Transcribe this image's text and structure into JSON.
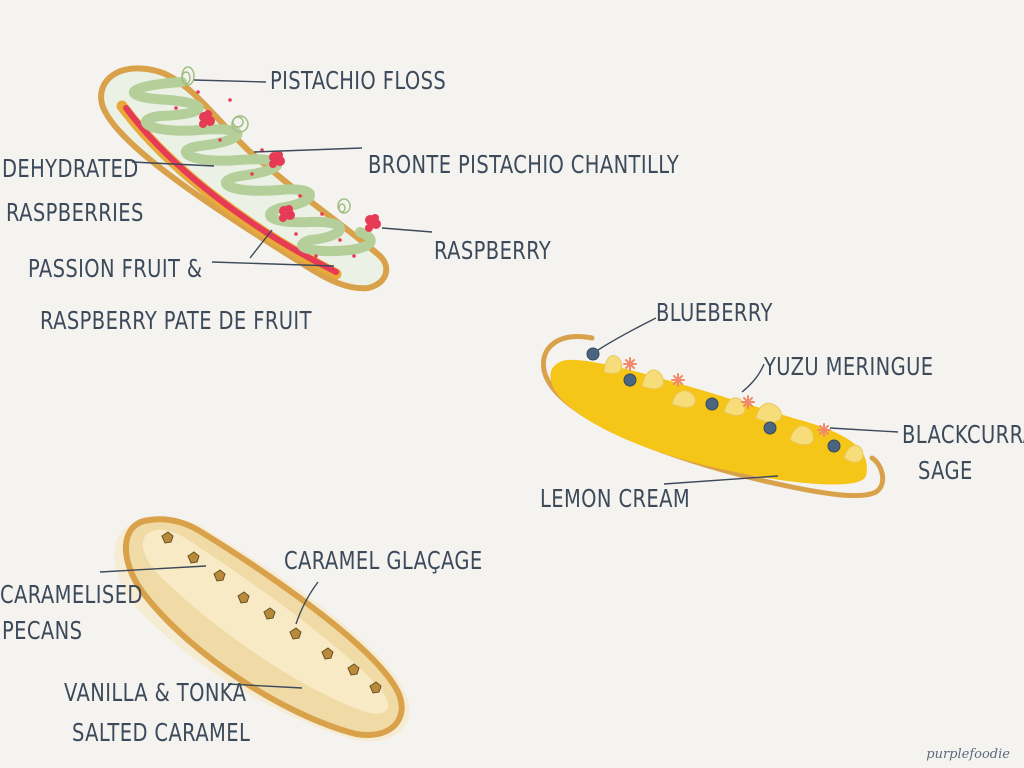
{
  "colors": {
    "ink": "#3c4a5a",
    "pastry": "#d9a24a",
    "pistachio": "#b5cf9a",
    "raspberry": "#e63a55",
    "lemon": "#f5c518",
    "blueberry": "#4a6580",
    "meringue": "#f7dd7a",
    "blackcurrant_sage": "#f08a6a",
    "caramel": "#f2dfa8"
  },
  "eclairs": {
    "pistachio": {
      "labels": {
        "floss": "PISTACHIO FLOSS",
        "chantilly": "BRONTE PISTACHIO CHANTILLY",
        "dehydrated_line1": "DEHYDRATED",
        "dehydrated_line2": "RASPBERRIES",
        "raspberry": "RASPBERRY",
        "pate_line1": "PASSION FRUIT &",
        "pate_line2": "RASPBERRY PATE DE FRUIT"
      },
      "icons": [
        "pistachio-floss-icon",
        "raspberry-icon"
      ]
    },
    "lemon": {
      "labels": {
        "blueberry": "BLUEBERRY",
        "meringue": "YUZU MERINGUE",
        "sage_line1": "BLACKCURRANT",
        "sage_line2": "SAGE",
        "cream": "LEMON CREAM"
      },
      "icons": [
        "blueberry-icon",
        "meringue-icon",
        "flower-icon"
      ]
    },
    "caramel": {
      "labels": {
        "glacage": "CARAMEL GLAÇAGE",
        "pecans_line1": "CARAMELISED",
        "pecans_line2": "PECANS",
        "vanilla_line1": "VANILLA & TONKA",
        "vanilla_line2": "SALTED CARAMEL"
      },
      "icons": [
        "pecan-icon"
      ]
    }
  },
  "signature": "purplefoodie"
}
